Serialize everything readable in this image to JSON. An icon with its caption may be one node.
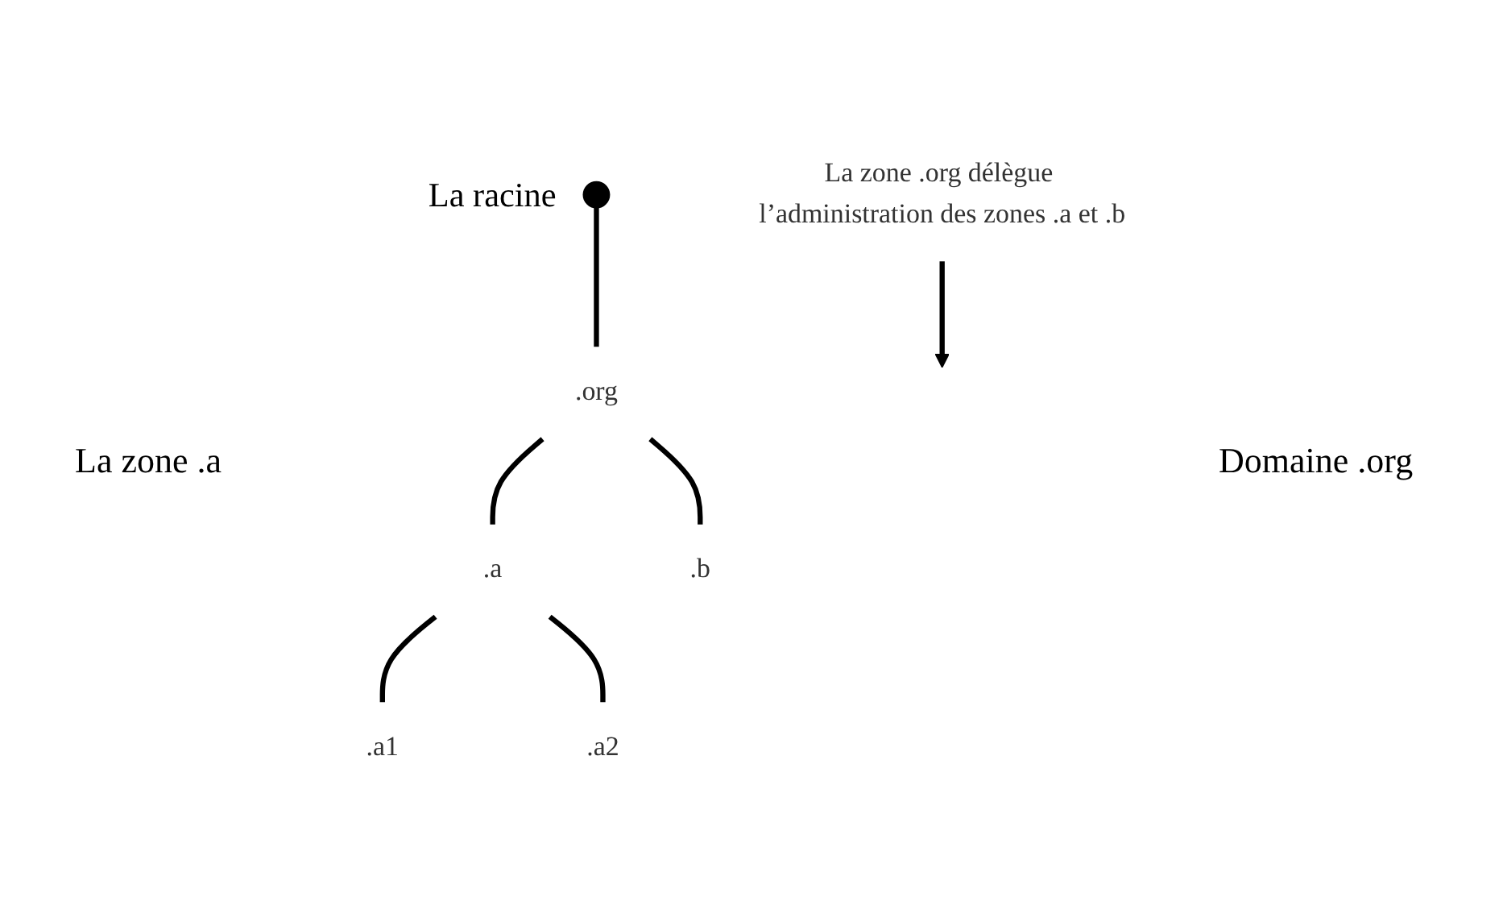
{
  "diagram": {
    "nodes": [
      {
        "text": [],
        "shape": "circle",
        "beside": [
          "La racine"
        ]
      },
      {
        "text": [
          ".org"
        ]
      },
      {
        "text": [
          ".a"
        ]
      },
      {
        "text": [
          ".b"
        ]
      },
      {
        "text": [
          ".a1"
        ]
      },
      {
        "text": [
          ".a2"
        ]
      },
      {
        "text": [
          "La zone .org délègue l’administration des zones .a et .b"
        ]
      }
    ],
    "edges": [
      {
        "from": 0,
        "to": 1,
        "arrow": "none"
      },
      {
        "from": 1,
        "to": 2,
        "arrow": "none"
      },
      {
        "from": 1,
        "to": 3,
        "arrow": "none"
      },
      {
        "from": 2,
        "to": 4,
        "arrow": "none"
      },
      {
        "from": 2,
        "to": 5,
        "arrow": "none"
      },
      {
        "from": 6,
        "to": null,
        "arrow": "to"
      }
    ],
    "labels": [
      "Domaine .org",
      "La zone .a"
    ]
  }
}
